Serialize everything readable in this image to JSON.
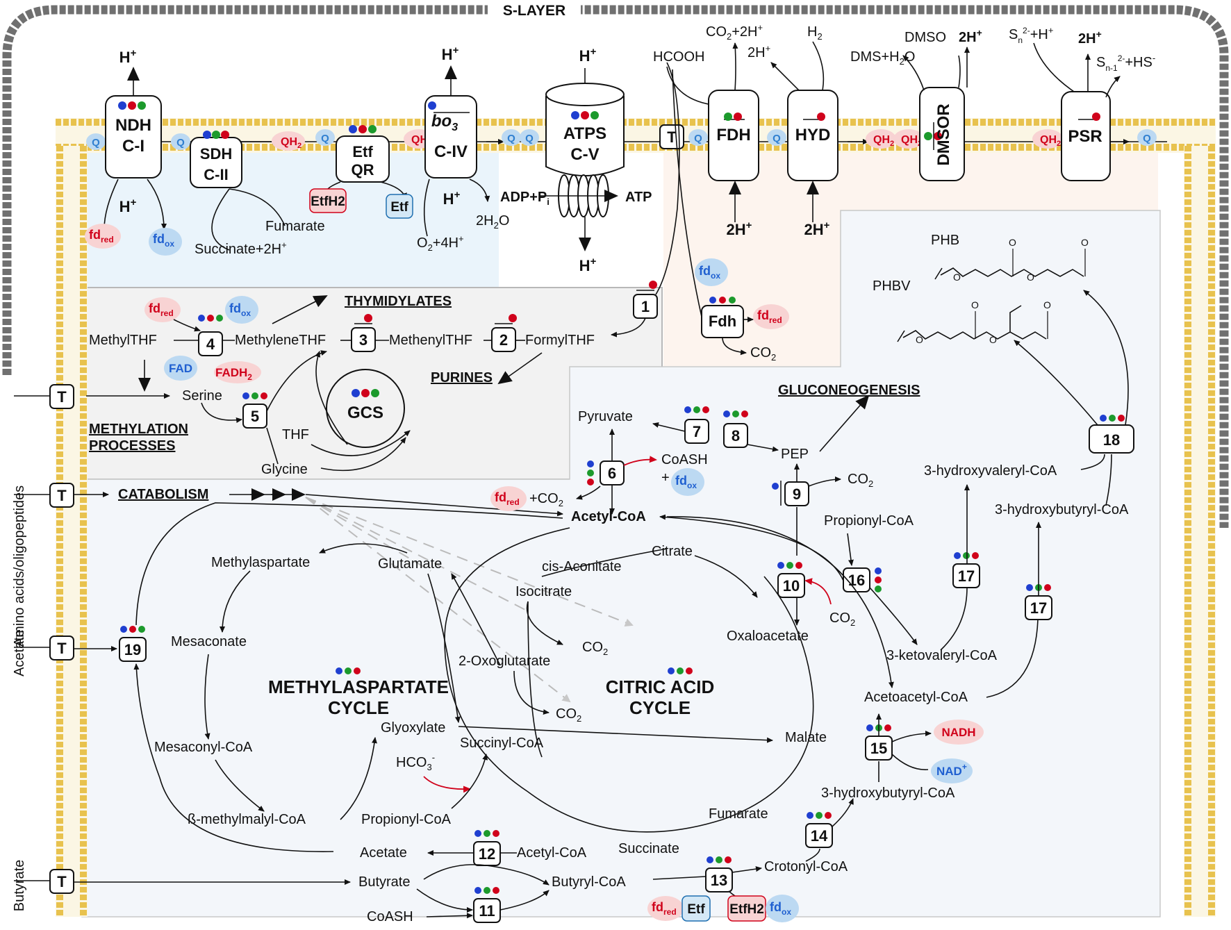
{
  "colors": {
    "membrane": "#e8c24e",
    "slayer": "#6f6f6f",
    "quinone": "#2f7fd0",
    "reduced": "#d0021b",
    "cofactor_red": "#d0021b",
    "cofactor_green": "#1c9a2c",
    "cofactor_blue": "#1f3fd0",
    "zone_blue": "#eaf4fb",
    "zone_orange": "#fdf4ee",
    "zone_gray": "#f2f2f2",
    "zone_cytoplasm": "#f3f6fa"
  },
  "labels": {
    "s_layer": "S-LAYER",
    "side_amino": "Amino acids/oligopeptides",
    "side_acetate": "Acetate",
    "side_butyrate": "Butyrate",
    "transporter": "T",
    "q": "Q",
    "qh2": "QH",
    "qh2_sub": "2"
  },
  "membrane_complexes": {
    "ndh": [
      "NDH",
      "C-I"
    ],
    "sdh": [
      "SDH",
      "C-II"
    ],
    "etfqr": [
      "Etf",
      "QR"
    ],
    "cox": [
      "bo",
      "3",
      "C-IV"
    ],
    "atps": [
      "ATPS",
      "C-V"
    ],
    "fdh": "FDH",
    "hyd": "HYD",
    "dmsor": "DMSOR",
    "psr": "PSR",
    "etfh2": "EtfH2",
    "etf": "Etf"
  },
  "membrane_labels": {
    "h_plus": "H",
    "plus": "+",
    "fd": "fd",
    "red": "red",
    "ox": "ox",
    "succinate": "Succinate+2H",
    "fumarate": "Fumarate",
    "o2": "O",
    "o2_tail": "+4H",
    "water": "2H",
    "water_tail": "O",
    "adp": "ADP+P",
    "adp_sub": "i",
    "atp": "ATP",
    "hcooh": "HCOOH",
    "co2_2h": "CO",
    "co2_2h_tail": "+2H",
    "two_h": "2H",
    "h2": "H",
    "dms": "DMS+H",
    "dms_tail": "O",
    "dmso": "DMSO",
    "sn": "S",
    "sn_sup": "2-",
    "sn_tail": "+H",
    "sn_sub": "n",
    "sn1": "S",
    "sn1_sub": "n-1",
    "sn1_sup": "2-",
    "sn1_tail": "+HS",
    "minus": "-",
    "two": "2"
  },
  "c1_metabolism": {
    "thymidylates": "THYMIDYLATES",
    "purines": "PURINES",
    "methylation": [
      "METHYLATION",
      "PROCESSES"
    ],
    "methylthf": "MethylTHF",
    "methylenethf": "MethyleneTHF",
    "methenylthf": "MethenylTHF",
    "formylthf": "FormylTHF",
    "serine": "Serine",
    "thf": "THF",
    "glycine": "Glycine",
    "gcs": "GCS",
    "fad": "FAD",
    "fadh2": "FADH",
    "fdh_small": "Fdh",
    "co2": "CO"
  },
  "central": {
    "catabolism": "CATABOLISM",
    "gluconeogenesis": "GLUCONEOGENESIS",
    "pyruvate": "Pyruvate",
    "pep": "PEP",
    "coash": "CoASH",
    "plus_sign": "+",
    "co2_plus": "+CO",
    "acetyl_coa": "Acetyl-CoA",
    "citrate": "Citrate",
    "cis_aconitate": "cis-Aconitate",
    "isocitrate": "Isocitrate",
    "oxoglutarate": "2-Oxoglutarate",
    "succinyl_coa": "Succinyl-CoA",
    "succinate": "Succinate",
    "fumarate": "Fumarate",
    "malate": "Malate",
    "oxaloacetate": "Oxaloacetate",
    "glyoxylate": "Glyoxylate",
    "hco3": "HCO",
    "hco3_sub": "3",
    "hco3_sup": "-",
    "propionyl_coa": "Propionyl-CoA",
    "methylmalyl": "ß-methylmalyl-CoA",
    "mesaconyl": "Mesaconyl-CoA",
    "mesaconate": "Mesaconate",
    "methylaspartate": "Methylaspartate",
    "glutamate": "Glutamate",
    "acetate": "Acetate",
    "butyrate": "Butyrate",
    "butyryl_coa": "Butyryl-CoA",
    "crotonyl_coa": "Crotonyl-CoA",
    "hb_coa": "3-hydroxybutyryl-CoA",
    "acetoacetyl": "Acetoacetyl-CoA",
    "ketovaleryl": "3-ketovaleryl-CoA",
    "hv_coa": "3-hydroxyvaleryl-CoA",
    "nadh": "NADH",
    "nad": "NAD",
    "phb": "PHB",
    "phbv": "PHBV",
    "methylaspartate_cycle": [
      "METHYLASPARTATE",
      "CYCLE"
    ],
    "citric_cycle": [
      "CITRIC ACID",
      "CYCLE"
    ],
    "o_atom": "O"
  },
  "enzyme_numbers": [
    "1",
    "2",
    "3",
    "4",
    "5",
    "6",
    "7",
    "8",
    "9",
    "10",
    "11",
    "12",
    "13",
    "14",
    "15",
    "16",
    "17",
    "18",
    "19"
  ]
}
